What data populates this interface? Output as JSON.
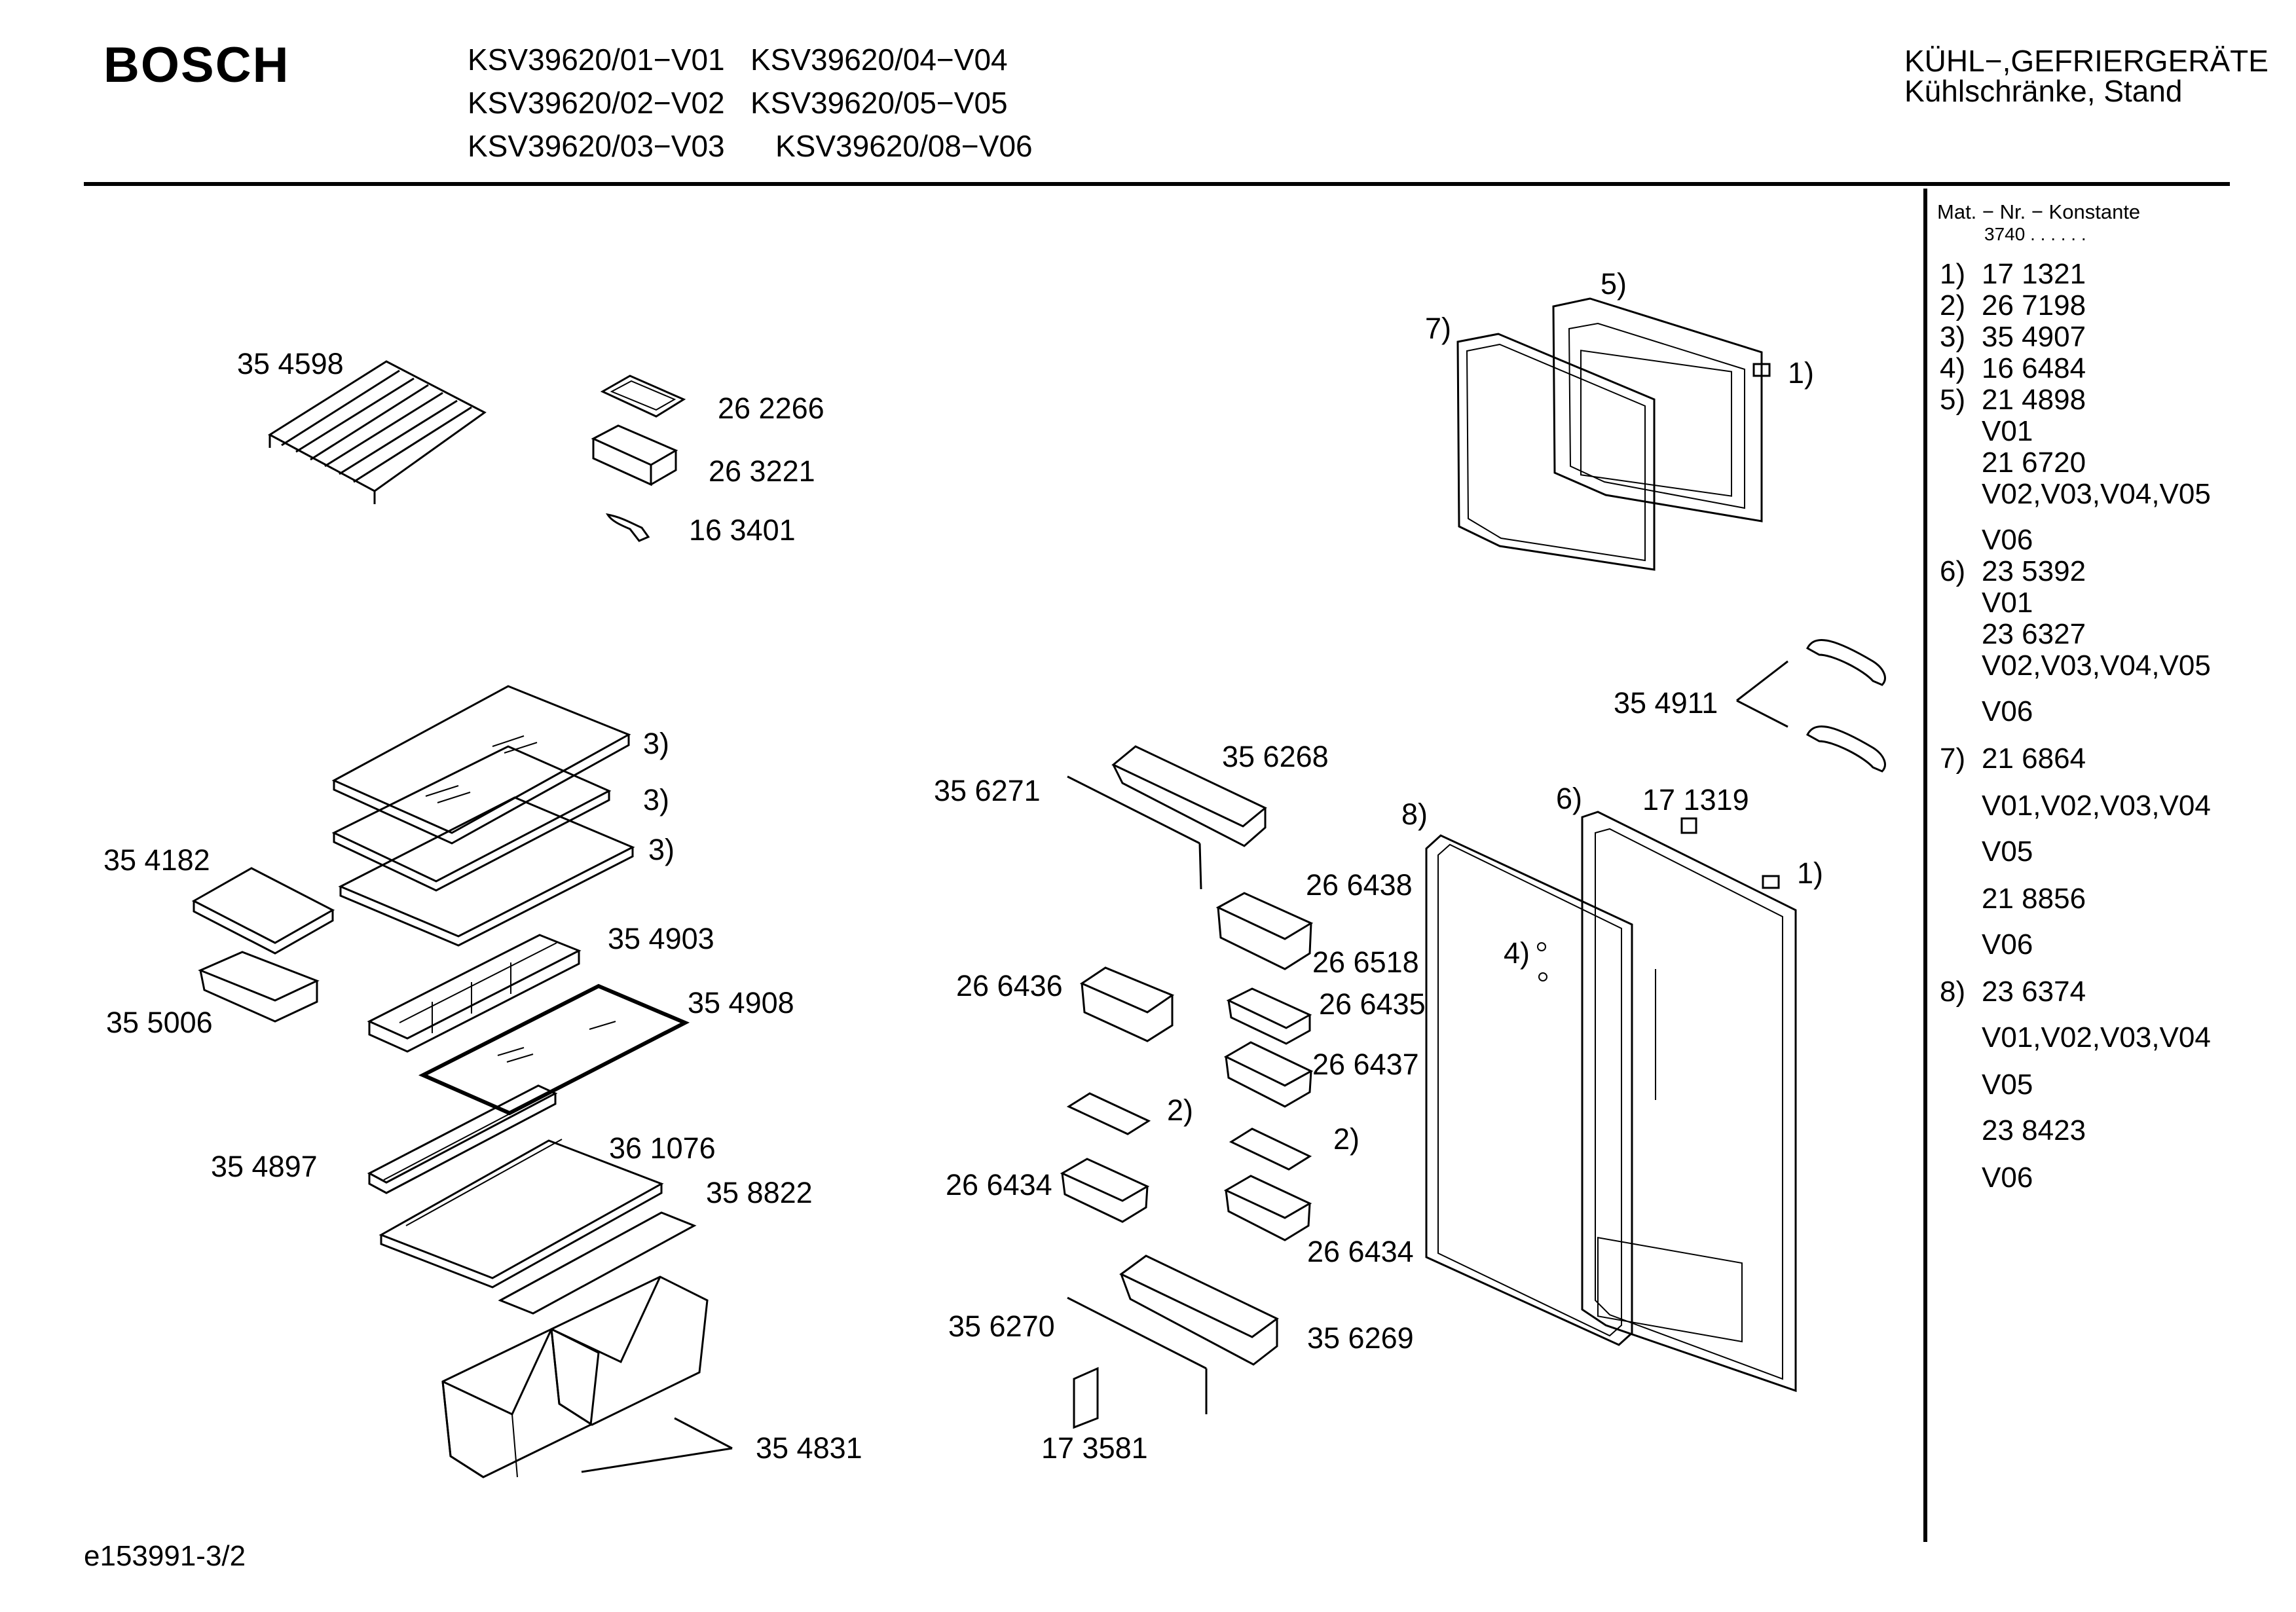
{
  "header": {
    "brand": "BOSCH",
    "models": [
      "KSV39620/01−V01",
      "KSV39620/04−V04",
      "KSV39620/02−V02",
      "KSV39620/05−V05",
      "KSV39620/03−V03",
      "KSV39620/08−V06"
    ],
    "category_line1": "KÜHL−,GEFRIERGERÄTE",
    "category_line2": "Kühlschränke, Stand"
  },
  "parts": {
    "p354598": "35 4598",
    "p262266": "26 2266",
    "p263221": "26 3221",
    "p163401": "16 3401",
    "p354182": "35 4182",
    "p355006": "35 5006",
    "p354903": "35 4903",
    "p354908": "35 4908",
    "p354897": "35 4897",
    "p361076": "36 1076",
    "p358822": "35 8822",
    "p354831": "35 4831",
    "p356271": "35 6271",
    "p356268": "35 6268",
    "p266438": "26 6438",
    "p266518": "26 6518",
    "p266436": "26 6436",
    "p266435": "26 6435",
    "p266437": "26 6437",
    "p266434a": "26 6434",
    "p266434b": "26 6434",
    "p356270": "35 6270",
    "p356269": "35 6269",
    "p173581": "17 3581",
    "p354911": "35 4911",
    "p171319": "17 1319"
  },
  "callouts": {
    "shelf1": "3)",
    "shelf2": "3)",
    "shelf3": "3)",
    "egg_left": "2)",
    "egg_right": "2)",
    "door_top_gasket": "7)",
    "door_top_panel": "5)",
    "hinge_top": "1)",
    "door_main_gasket": "8)",
    "door_main_panel": "6)",
    "hinge_main": "1)",
    "screws": "4)"
  },
  "legend": {
    "header": "Mat. − Nr. − Konstante",
    "subheader": "3740",
    "rows": [
      {
        "num": "1)",
        "text": "17 1321"
      },
      {
        "num": "2)",
        "text": "26 7198"
      },
      {
        "num": "3)",
        "text": "35 4907"
      },
      {
        "num": "4)",
        "text": "16 6484"
      },
      {
        "num": "5)",
        "text": "21 4898"
      },
      {
        "num": "",
        "text": "V01"
      },
      {
        "num": "",
        "text": "21 6720"
      },
      {
        "num": "",
        "text": "V02,V03,V04,V05"
      },
      {
        "num": "",
        "text": "V06"
      },
      {
        "num": "6)",
        "text": "23 5392"
      },
      {
        "num": "",
        "text": "V01"
      },
      {
        "num": "",
        "text": "23 6327"
      },
      {
        "num": "",
        "text": "V02,V03,V04,V05"
      },
      {
        "num": "",
        "text": "V06"
      },
      {
        "num": "7)",
        "text": "21 6864"
      },
      {
        "num": "",
        "text": "V01,V02,V03,V04"
      },
      {
        "num": "",
        "text": "V05"
      },
      {
        "num": "",
        "text": "21 8856"
      },
      {
        "num": "",
        "text": "V06"
      },
      {
        "num": "8)",
        "text": "23 6374"
      },
      {
        "num": "",
        "text": "V01,V02,V03,V04"
      },
      {
        "num": "",
        "text": "V05"
      },
      {
        "num": "",
        "text": "23 8423"
      },
      {
        "num": "",
        "text": "V06"
      }
    ]
  },
  "footer": {
    "code": "e153991-3/2"
  }
}
